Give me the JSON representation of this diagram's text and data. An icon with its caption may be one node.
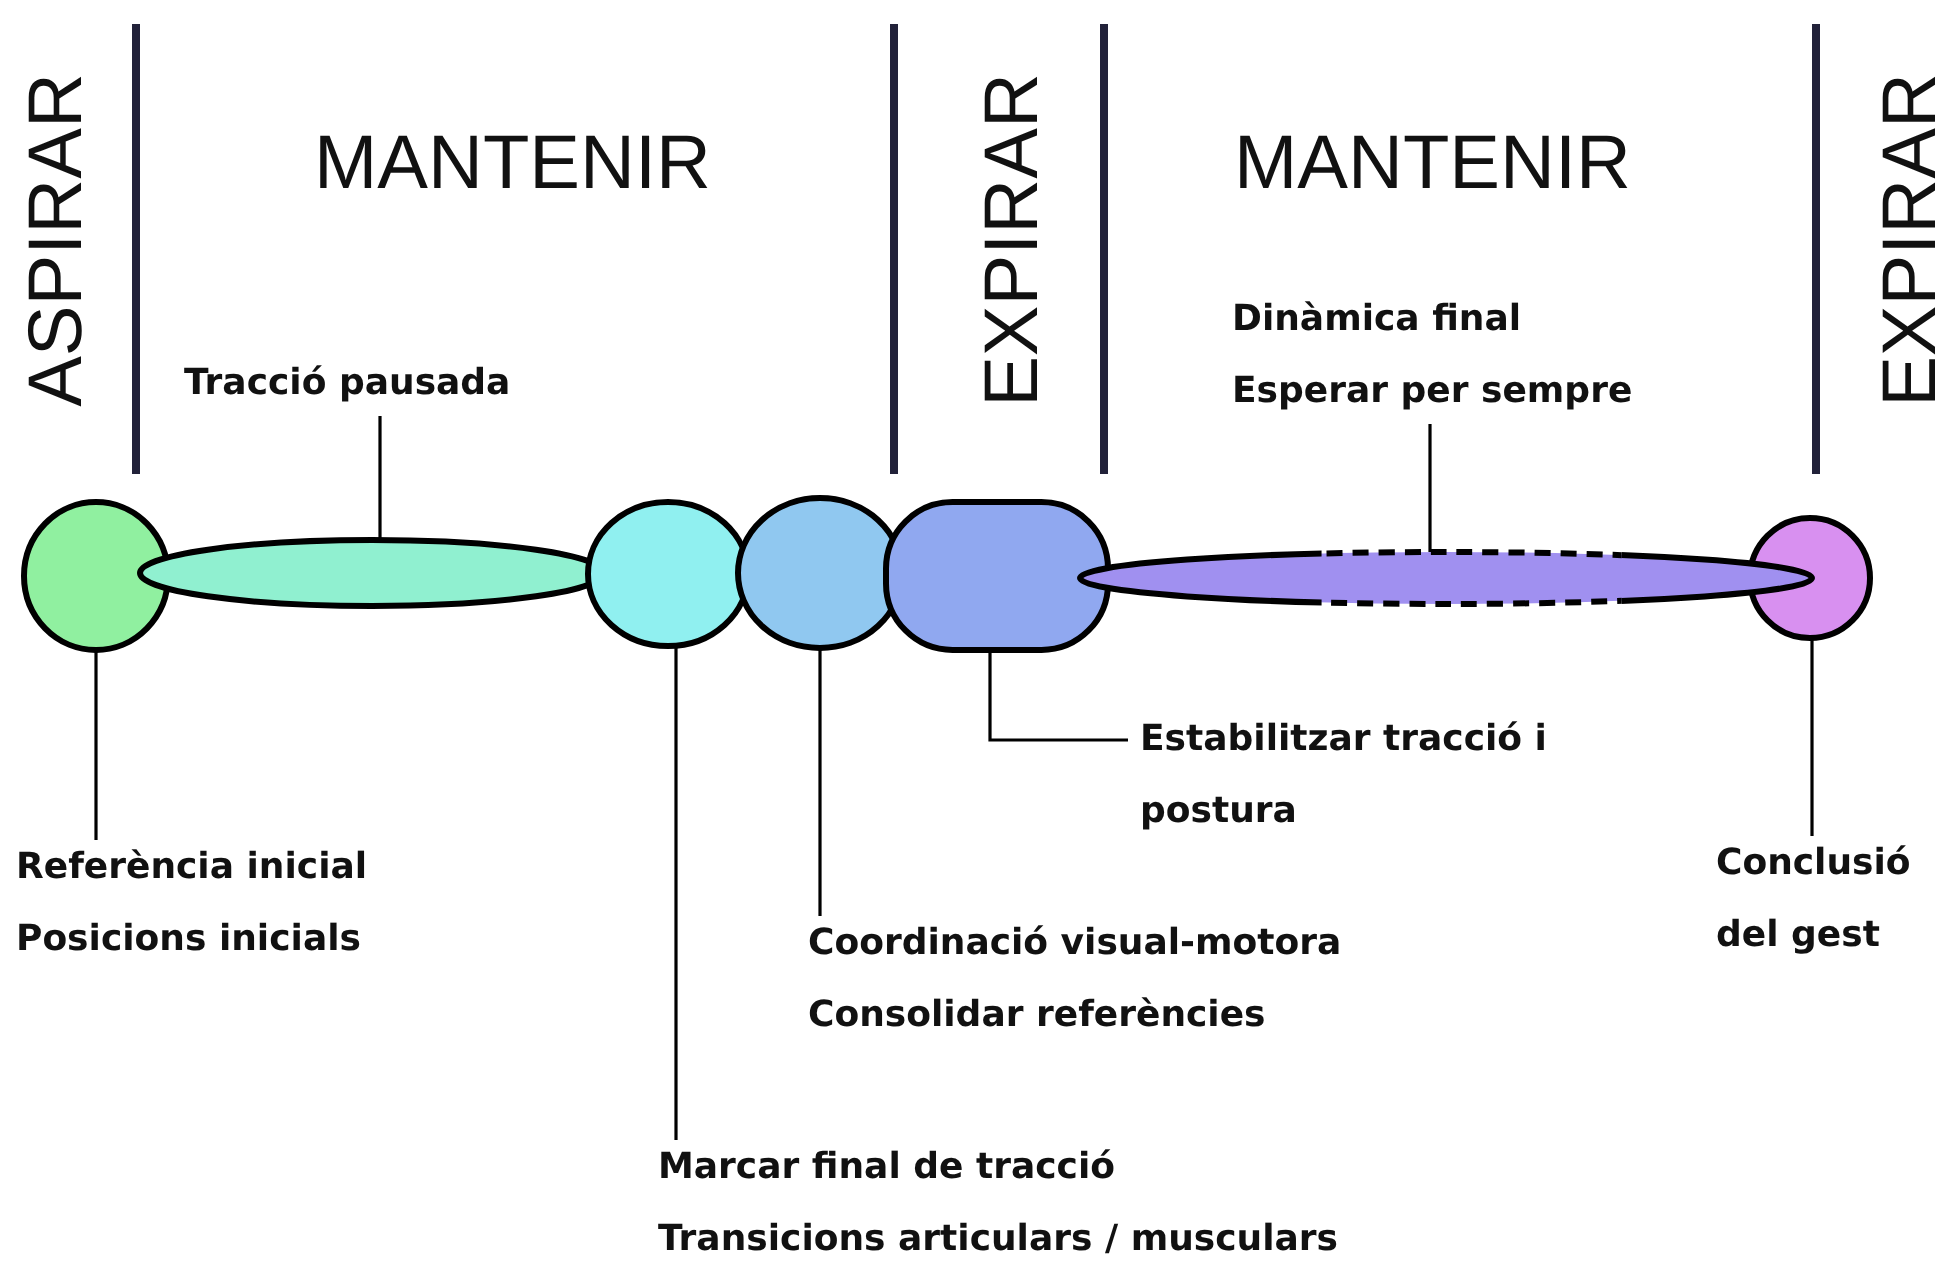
{
  "diagram": {
    "nodes": [
      {
        "text": [],
        "shape": "circle"
      },
      {
        "text": [],
        "shape": "ellipse"
      },
      {
        "text": [],
        "shape": "circle"
      },
      {
        "text": [],
        "shape": "circle"
      },
      {
        "text": [],
        "shape": "box"
      },
      {
        "text": [],
        "shape": "ellipse"
      },
      {
        "text": [],
        "shape": "circle"
      },
      {
        "text": [
          "Tracció pausada"
        ]
      },
      {
        "text": [
          "Dinàmica final",
          "Esperar per sempre"
        ]
      },
      {
        "text": [
          "Referència inicial",
          "Posicions inicials"
        ]
      },
      {
        "text": [
          "Marcar final de tracció",
          "Transicions articulars / musculars"
        ]
      },
      {
        "text": [
          "Coordinació visual-motora",
          "Consolidar referències"
        ]
      },
      {
        "text": [
          "Estabilitzar tracció i postura"
        ]
      },
      {
        "text": [
          "Conclusió",
          "del gest"
        ]
      }
    ],
    "edges": [
      {
        "from": 7,
        "to": 1,
        "arrow": "none"
      },
      {
        "from": 8,
        "to": 5,
        "arrow": "none"
      },
      {
        "from": 9,
        "to": 0,
        "arrow": "none"
      },
      {
        "from": 10,
        "to": 2,
        "arrow": "none"
      },
      {
        "from": 11,
        "to": 3,
        "arrow": "none"
      },
      {
        "from": 12,
        "to": 4,
        "arrow": "none"
      },
      {
        "from": 13,
        "to": 6,
        "arrow": "none"
      }
    ],
    "labels": [
      "ASPIRAR",
      "MANTENIR",
      "EXPIRAR",
      "MANTENIR",
      "EXPIRAR"
    ]
  }
}
